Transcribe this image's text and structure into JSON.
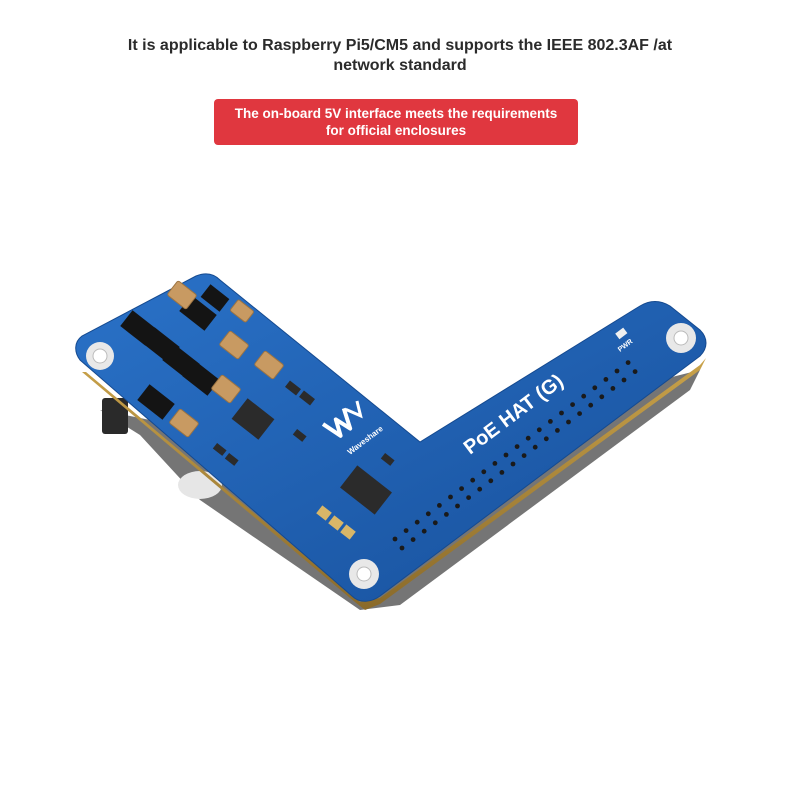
{
  "headline": "It is applicable to Raspberry Pi5/CM5 and supports the IEEE 802.3AF /at network standard",
  "badge": {
    "text": "The on-board 5V interface meets the requirements for official enclosures",
    "color": "#e0373f"
  },
  "board": {
    "silkscreen_title": "PoE HAT (G)",
    "brand": "Waveshare",
    "led_label": "PWR",
    "pcb_color": "#1e62b8"
  }
}
